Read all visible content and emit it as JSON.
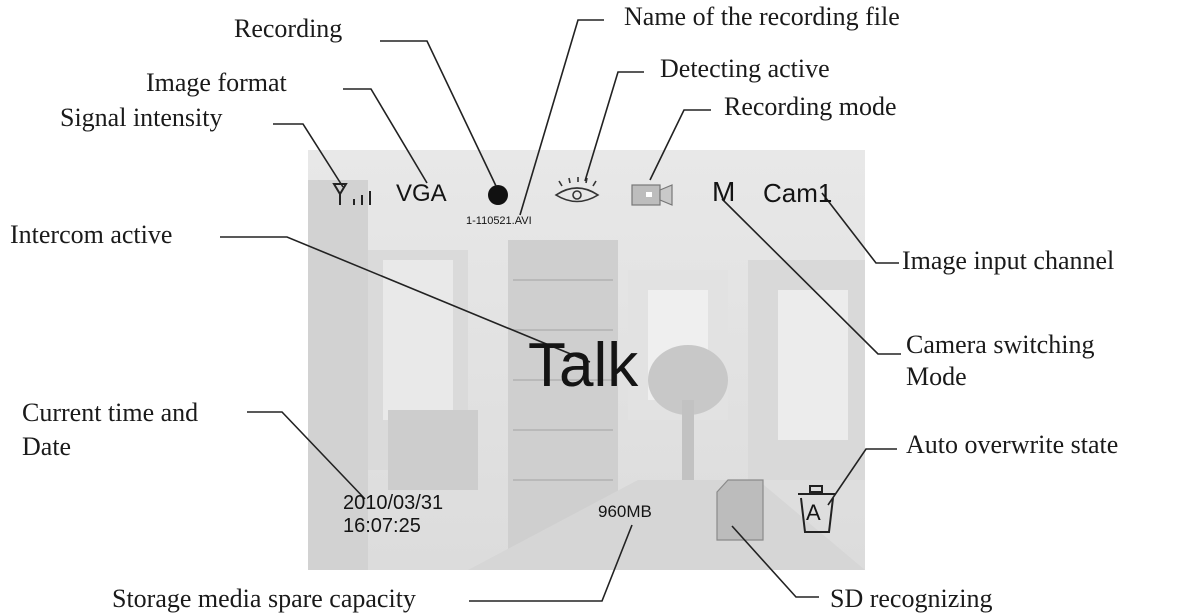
{
  "osd": {
    "format": "VGA",
    "file_name": "1-110521.AVI",
    "mode": "M",
    "channel": "Cam1",
    "intercom": "Talk",
    "date": "2010/03/31",
    "time": "16:07:25",
    "capacity": "960MB",
    "overwrite": "A"
  },
  "labels": {
    "recording": "Recording",
    "file_name": "Name of the recording file",
    "image_format": "Image format",
    "detecting": "Detecting active",
    "signal": "Signal intensity",
    "recording_mode": "Recording mode",
    "intercom": "Intercom active",
    "channel": "Image input channel",
    "camera_switching_1": "Camera switching",
    "camera_switching_2": "Mode",
    "time_date_1": "Current time and",
    "time_date_2": "Date",
    "auto_overwrite": "Auto overwrite state",
    "spare_capacity": "Storage media spare capacity",
    "sd": "SD recognizing"
  }
}
